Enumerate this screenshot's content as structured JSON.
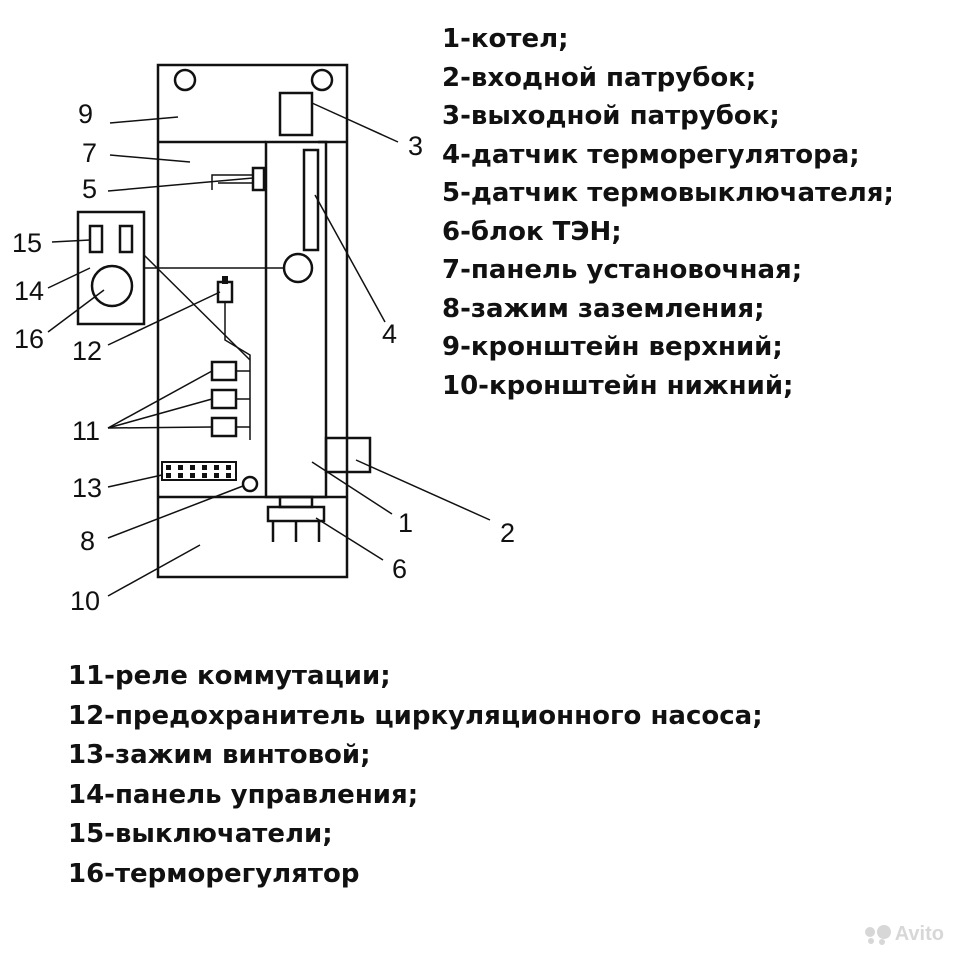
{
  "legend_top": [
    "1-котел;",
    "2-входной патрубок;",
    "3-выходной патрубок;",
    "4-датчик терморегулятора;",
    "5-датчик термовыключателя;",
    "6-блок ТЭН;",
    "7-панель установочная;",
    "8-зажим заземления;",
    "9-кронштейн верхний;",
    "10-кронштейн нижний;"
  ],
  "legend_bottom": [
    "11-реле коммутации;",
    "12-предохранитель циркуляционного насоса;",
    "13-зажим винтовой;",
    "14-панель управления;",
    "15-выключатели;",
    "16-терморегулятор"
  ],
  "callouts": {
    "n1": "1",
    "n2": "2",
    "n3": "3",
    "n4": "4",
    "n5": "5",
    "n6": "6",
    "n7": "7",
    "n8": "8",
    "n9": "9",
    "n10": "10",
    "n11": "11",
    "n12": "12",
    "n13": "13",
    "n14": "14",
    "n15": "15",
    "n16": "16"
  },
  "watermark": "Avito"
}
